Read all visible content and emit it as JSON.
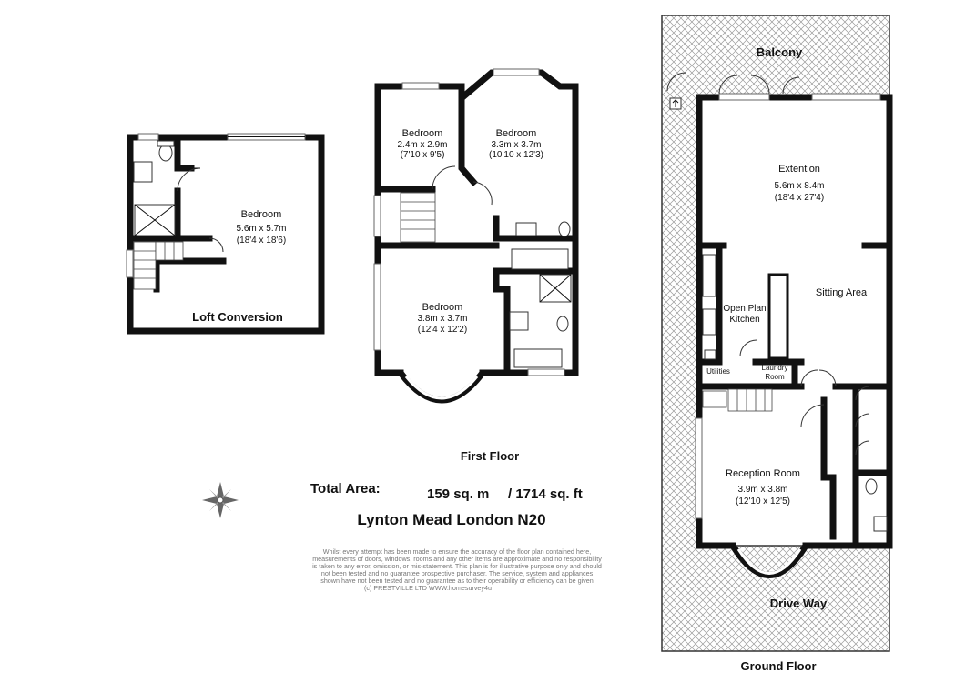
{
  "floors": {
    "loft": {
      "title": "Loft Conversion",
      "bedroom": {
        "name": "Bedroom",
        "metric": "5.6m x 5.7m",
        "imperial": "(18'4 x 18'6)"
      }
    },
    "first": {
      "title": "First Floor",
      "bedroom_small": {
        "name": "Bedroom",
        "metric": "2.4m x 2.9m",
        "imperial": "(7'10 x 9'5)"
      },
      "bedroom_bay": {
        "name": "Bedroom",
        "metric": "3.3m x 3.7m",
        "imperial": "(10'10 x 12'3)"
      },
      "bedroom_front": {
        "name": "Bedroom",
        "metric": "3.8m x 3.7m",
        "imperial": "(12'4 x 12'2)"
      }
    },
    "ground": {
      "title": "Ground Floor",
      "balcony": "Balcony",
      "extension": {
        "name": "Extention",
        "metric": "5.6m x 8.4m",
        "imperial": "(18'4 x 27'4)"
      },
      "sitting": "Sitting Area",
      "kitchen_line1": "Open Plan",
      "kitchen_line2": "Kitchen",
      "utilities": "Utilities",
      "laundry_line1": "Laundry",
      "laundry_line2": "Room",
      "reception": {
        "name": "Reception Room",
        "metric": "3.9m x 3.8m",
        "imperial": "(12'10 x 12'5)"
      },
      "driveway": "Drive Way"
    }
  },
  "totals": {
    "label": "Total Area:",
    "sqm": "159 sq. m",
    "sqft": "/ 1714 sq. ft",
    "address": "Lynton Mead London N20"
  },
  "disclaimer": [
    "Whilst every attempt has been made to ensure the accuracy of the floor plan contained here,",
    "measurements of doors, windows, rooms and any other items are approximate and no responsibility",
    "is taken to any error, omission, or mis-statement. This plan is for illustrative purpose only and should",
    "not been tested and no guarantee prospective purchaser. The service, system and appliances",
    "shown have not been tested and no guarantee as to their operability or efficiency can be given",
    "(c) PRESTVILLE LTD WWW.homesurvey4u"
  ],
  "colors": {
    "wall": "#111111",
    "hatch": "#9a9a9a",
    "text": "#111111"
  },
  "icons": [
    "compass-rose-icon"
  ]
}
